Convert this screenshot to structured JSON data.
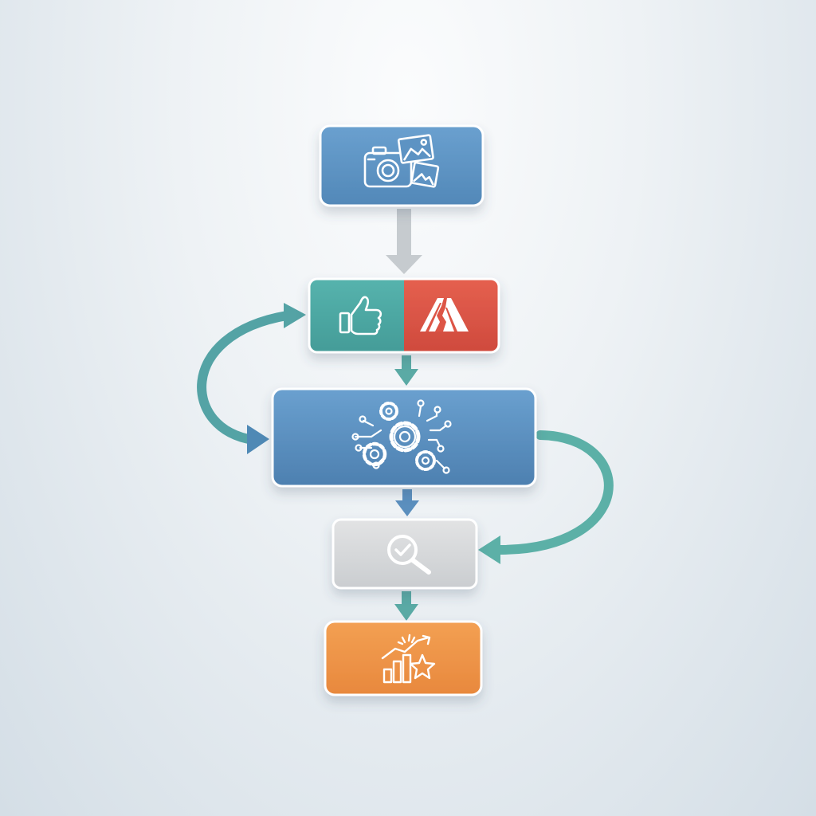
{
  "diagram": {
    "title": "",
    "nodes": [
      {
        "id": "input",
        "kind": "single",
        "icon": "camera-photos-icon",
        "color": "#5d93c3"
      },
      {
        "id": "evaluate",
        "kind": "split",
        "icons": [
          "thumbs-up-icon",
          "cracked-road-icon"
        ],
        "colors": [
          "#4eaba6",
          "#dd5546"
        ]
      },
      {
        "id": "process",
        "kind": "single",
        "icon": "gears-network-icon",
        "color": "#5b8fbe"
      },
      {
        "id": "inspect",
        "kind": "single",
        "icon": "magnifier-check-icon",
        "color": "#d6d8da"
      },
      {
        "id": "result",
        "kind": "single",
        "icon": "chart-star-icon",
        "color": "#ee9448"
      }
    ],
    "edges": [
      {
        "from": "input",
        "to": "evaluate",
        "style": "straight",
        "color": "#c4c9cd"
      },
      {
        "from": "evaluate",
        "to": "process",
        "style": "straight",
        "color": "#5aaaa5"
      },
      {
        "from": "process",
        "to": "inspect",
        "style": "straight",
        "color": "#5b8fbe"
      },
      {
        "from": "inspect",
        "to": "result",
        "style": "straight",
        "color": "#5aaaa5"
      },
      {
        "from": "process",
        "to": "evaluate",
        "style": "loop-left",
        "color": "#54a3a5"
      },
      {
        "from": "process",
        "to": "inspect",
        "style": "loop-right",
        "color": "#5cb0a7"
      }
    ]
  }
}
